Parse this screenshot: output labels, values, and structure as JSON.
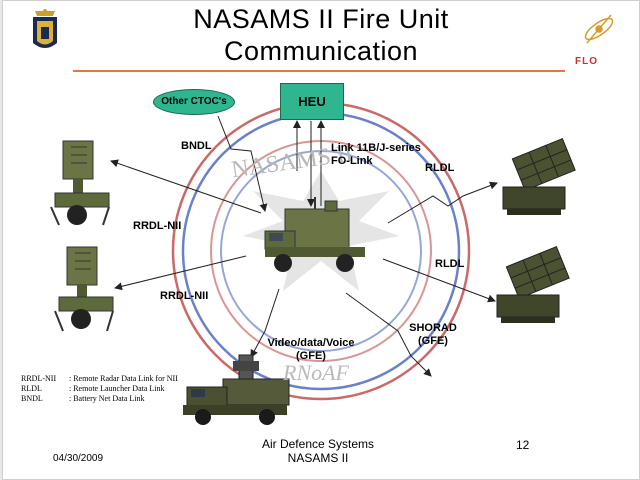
{
  "slide": {
    "title_line1": "NASAMS II Fire Unit",
    "title_line2": "Communication",
    "logo_text": "FLO",
    "watermark_top": "NASAMS II",
    "watermark_bottom": "RNoAF",
    "nodes": {
      "heu": "HEU",
      "other_ctoc": "Other CTOC's"
    },
    "links": {
      "bndl": "BNDL",
      "link11_line1": "Link 11B/J-series",
      "link11_line2": "FO-Link",
      "rldl_top": "RLDL",
      "rldl_mid": "RLDL",
      "rrdl_top": "RRDL-NII",
      "rrdl_bottom": "RRDL-NII",
      "video_line1": "Video/data/Voice",
      "video_line2": "(GFE)",
      "shorad_line1": "SHORAD",
      "shorad_line2": "(GFE)"
    },
    "legend": [
      {
        "abbr": "RRDL-NII",
        "desc": ": Remote Radar Data Link for NII"
      },
      {
        "abbr": "RLDL",
        "desc": ": Remote Launcher Data Link"
      },
      {
        "abbr": "BNDL",
        "desc": ": Battery Net Data Link"
      }
    ],
    "footer": {
      "date": "04/30/2009",
      "center_line1": "Air Defence Systems",
      "center_line2": "NASAMS II",
      "page_number": "12"
    },
    "colors": {
      "accent_rule": "#e07b3c",
      "node_fill": "#2fb58f",
      "vehicle_green": "#5d6b3c",
      "ring_red": "#c0504d",
      "ring_blue": "#4f6bc0"
    }
  }
}
